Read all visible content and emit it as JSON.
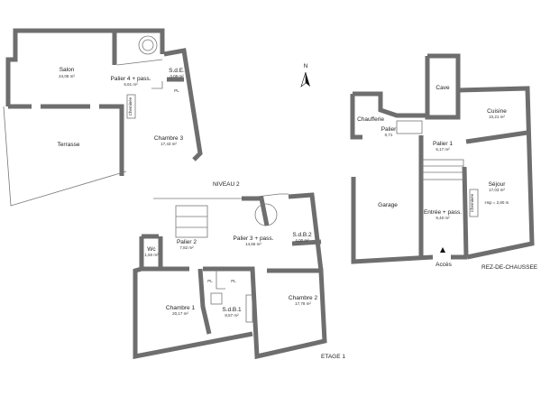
{
  "compass": {
    "label": "N"
  },
  "levels": {
    "niveau2": "NIVEAU 2",
    "etage1": "ETAGE 1",
    "rdc": "REZ-DE-CHAUSSEE"
  },
  "niveau2": {
    "salon": {
      "name": "Salon",
      "area": "24,08 m²"
    },
    "palier4": {
      "name": "Palier 4 + pass.",
      "area": "5,61 m²"
    },
    "sde": {
      "name": "S.d.E.",
      "area": "3,08 m²"
    },
    "pl": "PL",
    "chambre3": {
      "name": "Chambre 3",
      "area": "17,43 m²"
    },
    "cheminee": "Cheminée",
    "terrasse": {
      "name": "Terrasse"
    }
  },
  "etage1": {
    "palier2": {
      "name": "Palier 2",
      "area": "7,82 m²"
    },
    "wc": {
      "name": "Wc",
      "area": "1,50 m²"
    },
    "palier3": {
      "name": "Palier 3 + pass.",
      "area": "14,66 m²"
    },
    "sdb2": {
      "name": "S.d.B.2",
      "area": "4,00 m²"
    },
    "chambre1": {
      "name": "Chambre 1",
      "area": "20,17 m²"
    },
    "sdb1": {
      "name": "S.d.B.1",
      "area": "8,57 m²"
    },
    "chambre2": {
      "name": "Chambre 2",
      "area": "17,78 m²"
    },
    "pl": "PL"
  },
  "rdc": {
    "cave": {
      "name": "Cave"
    },
    "cuisine": {
      "name": "Cuisine",
      "area": "10,21 m²"
    },
    "chaufferie": {
      "name": "Chaufferie"
    },
    "palier0": {
      "name": "Palier",
      "area": "0,71"
    },
    "palier1": {
      "name": "Palier 1",
      "area": "5,17 m²"
    },
    "sejour": {
      "name": "Séjour",
      "area": "17,03 m²",
      "hsp": "Hsp = 2,80 m"
    },
    "garage": {
      "name": "Garage"
    },
    "entree": {
      "name": "Entrée + pass.",
      "area": "9,40 m²"
    },
    "cheminee": "Cheminée",
    "acces": "Accès"
  }
}
